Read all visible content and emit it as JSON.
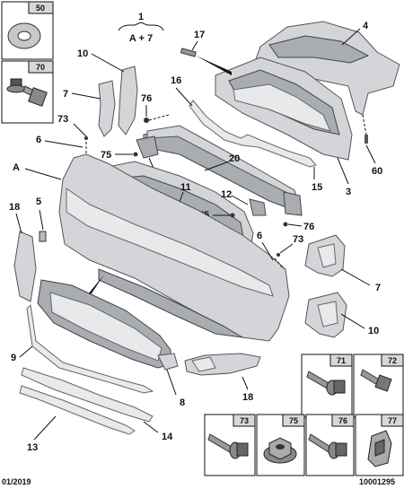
{
  "header": {
    "ref_number": "1",
    "ref_formula": "A + 7"
  },
  "labels": {
    "l4": "4",
    "l17": "17",
    "l10a": "10",
    "l7a": "7",
    "l76a": "76",
    "l16": "16",
    "l73a": "73",
    "l6a": "6",
    "l75a": "75",
    "l12a": "12",
    "lA": "A",
    "l20": "20",
    "l15": "15",
    "l3": "3",
    "l60": "60",
    "l11": "11",
    "l12b": "12",
    "l75b": "75",
    "l5": "5",
    "l18a": "18",
    "l76b": "76",
    "l6b": "6",
    "l73b": "73",
    "l7b": "7",
    "l10b": "10",
    "l77": "77",
    "l9": "9",
    "l8": "8",
    "l18b": "18",
    "l13": "13",
    "l14": "14"
  },
  "fastener_boxes": {
    "b50": "50",
    "b70": "70",
    "b71": "71",
    "b72": "72",
    "b73": "73",
    "b75": "75",
    "b76": "76",
    "b77": "77"
  },
  "footer": {
    "date": "01/2019",
    "doc_number": "10001295"
  }
}
